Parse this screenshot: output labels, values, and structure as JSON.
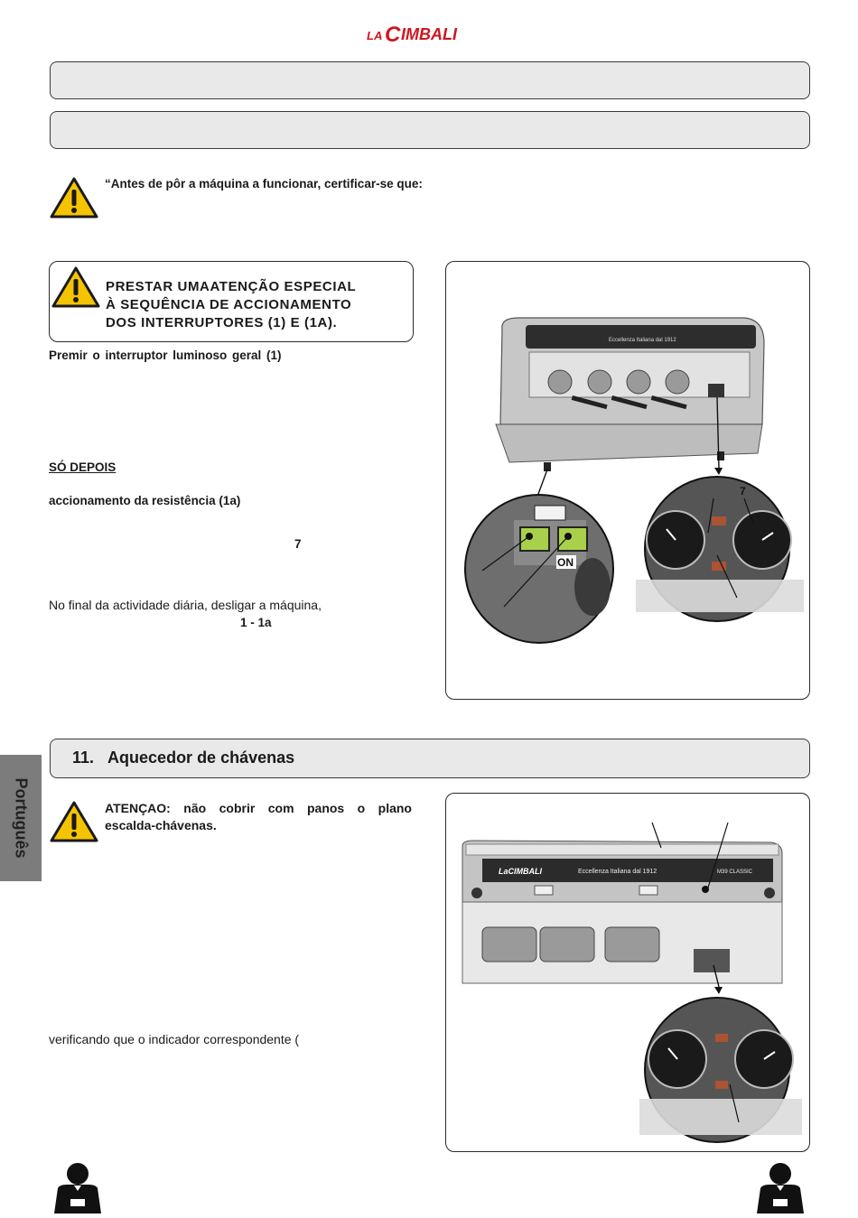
{
  "brand": {
    "logo_text": "LaCimbali"
  },
  "warning1": {
    "text": "“Antes de pôr a máquina a funcionar, certificar-se que:"
  },
  "notice": {
    "lines": [
      "PRESTAR UMAATENÇÃO ESPECIAL",
      "À SEQUÊNCIA DE ACCIONAMENTO",
      "DOS INTERRUPTORES (1) E (1A)."
    ]
  },
  "body": {
    "press_switch": "Premir  o  interruptor  luminoso  geral  (1)",
    "only_after": "SÓ DEPOIS",
    "heating": "accionamento da resistência (1a)",
    "ref7": "7",
    "end_of_day": "No final da actividade diária, desligar a máquina,",
    "switch_ref": "1 - 1a",
    "verify": "verificando que o indicador correspondente ("
  },
  "figure1": {
    "on_label": "ON",
    "callout": "7",
    "brand_plate": "Eccellenza Italiana dal 1912"
  },
  "section": {
    "number": "11.",
    "title": "Aquecedor de chávenas"
  },
  "warning2": {
    "line1": "ATENÇAO:  não  cobrir  com  panos  o  plano",
    "line2": "escalda-chávenas."
  },
  "figure2": {
    "brand_plate": "Eccellenza Italiana dal 1912",
    "model": "M39 CLASSIC"
  },
  "side_tab": {
    "label": "Português"
  },
  "icons": [
    "warning-triangle-icon",
    "waiter-icon"
  ]
}
